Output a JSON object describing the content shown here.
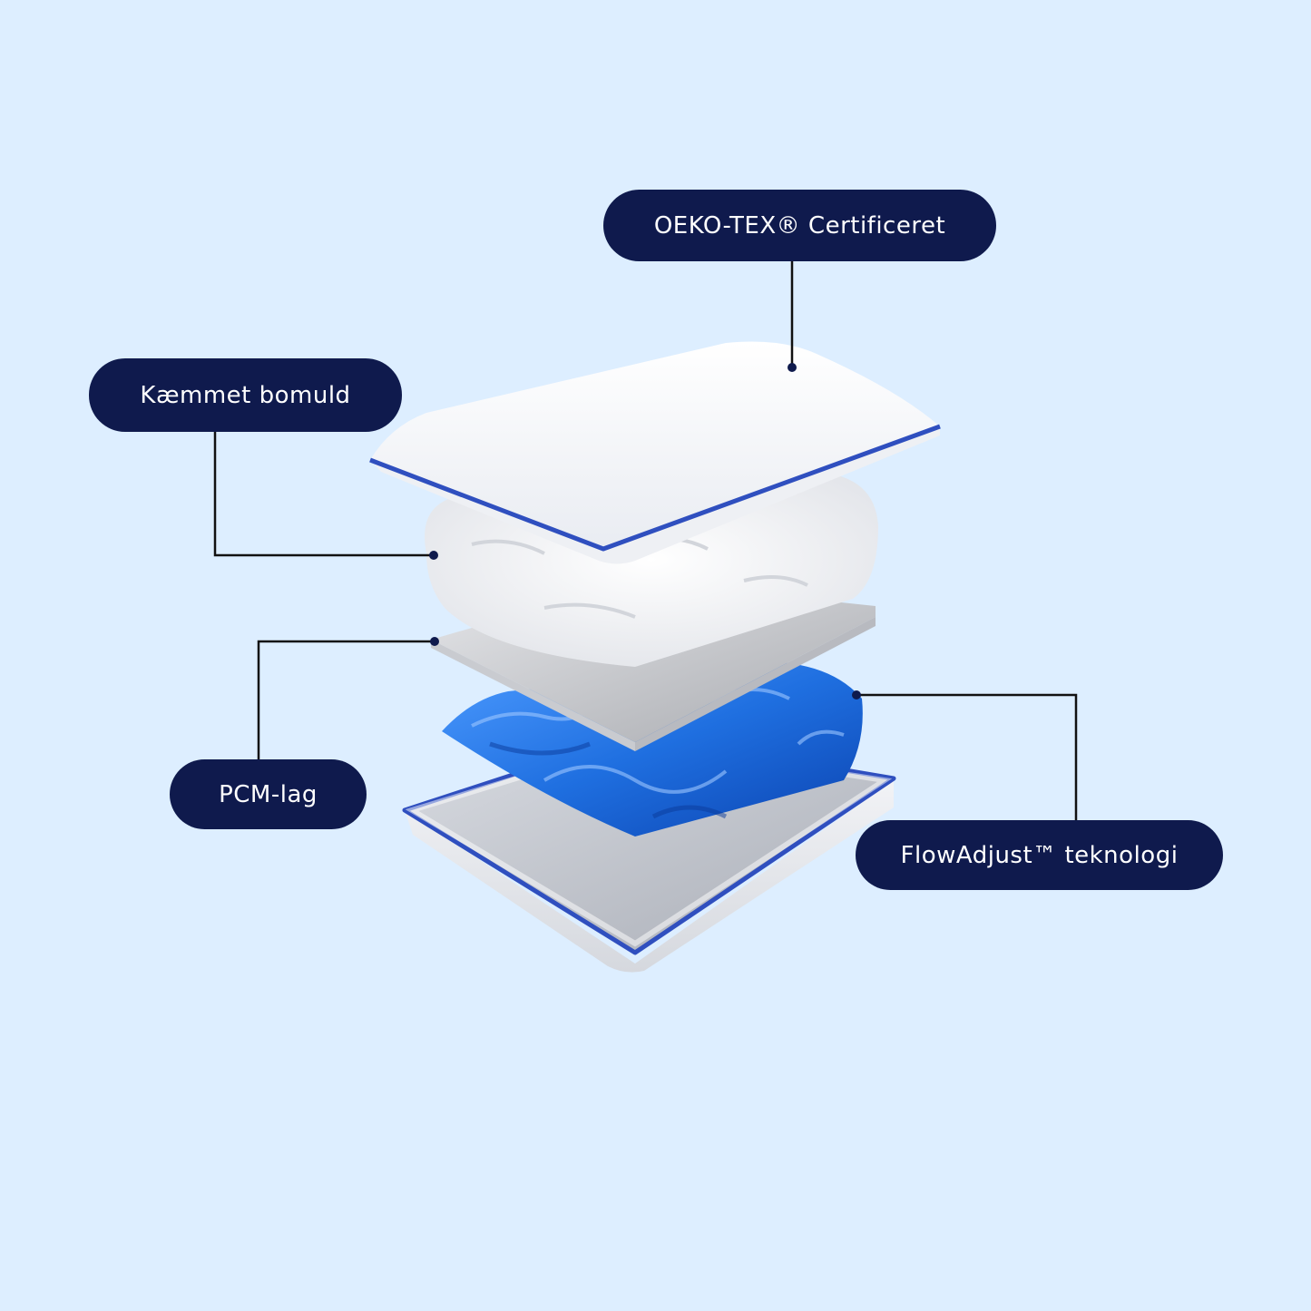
{
  "labels": {
    "oeko_tex": "OEKO-TEX® Certificeret",
    "combed_cotton": "Kæmmet bomuld",
    "pcm_layer": "PCM-lag",
    "flowadjust": "FlowAdjust™ teknologi"
  },
  "colors": {
    "background": "#ddeeff",
    "pill": "#0f1a4d",
    "pill_text": "#ffffff",
    "piping": "#2f4fbf",
    "gel": "#1f6fe0",
    "connector": "#111111"
  }
}
